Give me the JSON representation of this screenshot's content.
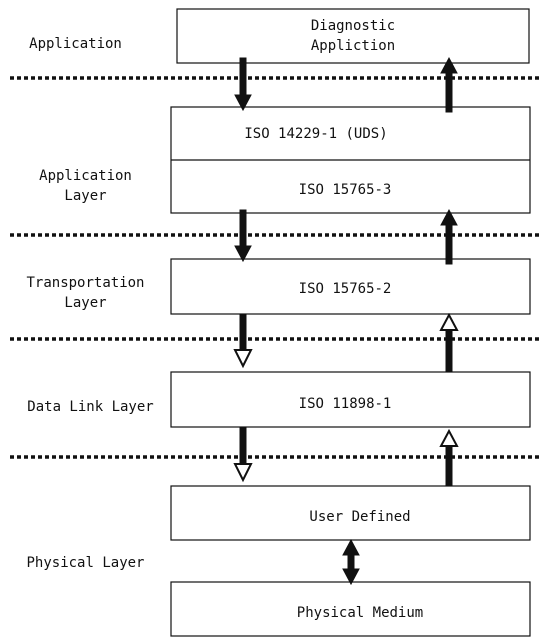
{
  "layers": [
    {
      "label": "Application"
    },
    {
      "label": "Application\nLayer"
    },
    {
      "label": "Transportation\nLayer"
    },
    {
      "label": "Data Link Layer"
    },
    {
      "label": "Physical Layer"
    }
  ],
  "boxes": [
    {
      "text": "Diagnostic\nAppliction"
    },
    {
      "text": "ISO 14229-1 (UDS)"
    },
    {
      "text": "ISO 15765-3"
    },
    {
      "text": "ISO 15765-2"
    },
    {
      "text": "ISO 11898-1"
    },
    {
      "text": "User Defined"
    },
    {
      "text": "Physical Medium"
    }
  ],
  "colors": {
    "line": "#111111",
    "background": "#ffffff"
  }
}
